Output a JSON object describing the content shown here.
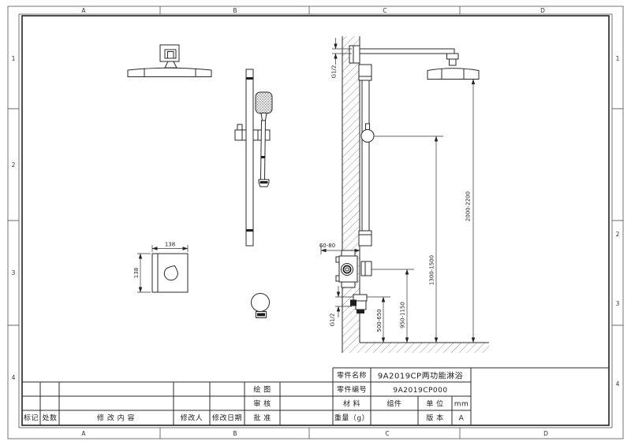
{
  "sheet": {
    "zones_top": [
      "A",
      "B",
      "C",
      "D"
    ],
    "zones_bottom": [
      "A",
      "B",
      "C",
      "D"
    ],
    "zones_left": [
      "1",
      "2",
      "3",
      "4"
    ],
    "zones_right": [
      "1",
      "2",
      "3",
      "4"
    ]
  },
  "dimensions": {
    "shower_arm_thread": "G1/2",
    "valve_depth": "60-80",
    "inlet_thread": "G1/2",
    "inlet_height": "500-650",
    "valve_height": "950-1150",
    "slide_bar_holder_height": "1300-1500",
    "shower_head_height": "2000-2200",
    "plate_width": "138",
    "plate_height": "138"
  },
  "revision_table": {
    "mark_label": "标记",
    "count_label": "处数",
    "content_label": "修 改 内 容",
    "modifier_label": "修改人",
    "date_label": "修改日期",
    "draw_label": "绘 图",
    "check_label": "审 核",
    "approve_label": "批 准"
  },
  "title_block": {
    "part_name_label": "零件名称",
    "part_name_value": "9A2019CP两功能淋浴",
    "part_code_label": "零件编号",
    "part_code_value": "9A2019CP000",
    "material_label": "材  料",
    "material_value": "组件",
    "unit_label": "单  位",
    "unit_value": "mm",
    "weight_label": "重量（g）",
    "weight_value": "",
    "version_label": "版  本",
    "version_value": "A"
  }
}
